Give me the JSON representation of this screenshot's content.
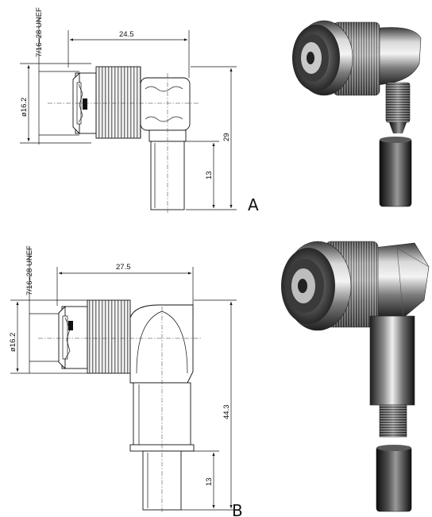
{
  "figures": [
    {
      "id": "A",
      "label": "A",
      "dims": {
        "thread": "7/16–28 UNEF",
        "diameter": "ø16.2",
        "width": "24.5",
        "height": "29",
        "ferrule": "13"
      }
    },
    {
      "id": "B",
      "label": "B",
      "dims": {
        "thread": "7/16–28 UNEF",
        "diameter": "ø16.2",
        "width": "27.5",
        "height": "44.3",
        "ferrule": "13"
      }
    }
  ],
  "colors": {
    "ink": "#111111",
    "metal_dark": "#2a2a2a",
    "metal_mid": "#8a8a8a",
    "metal_light": "#e6e6e6"
  }
}
